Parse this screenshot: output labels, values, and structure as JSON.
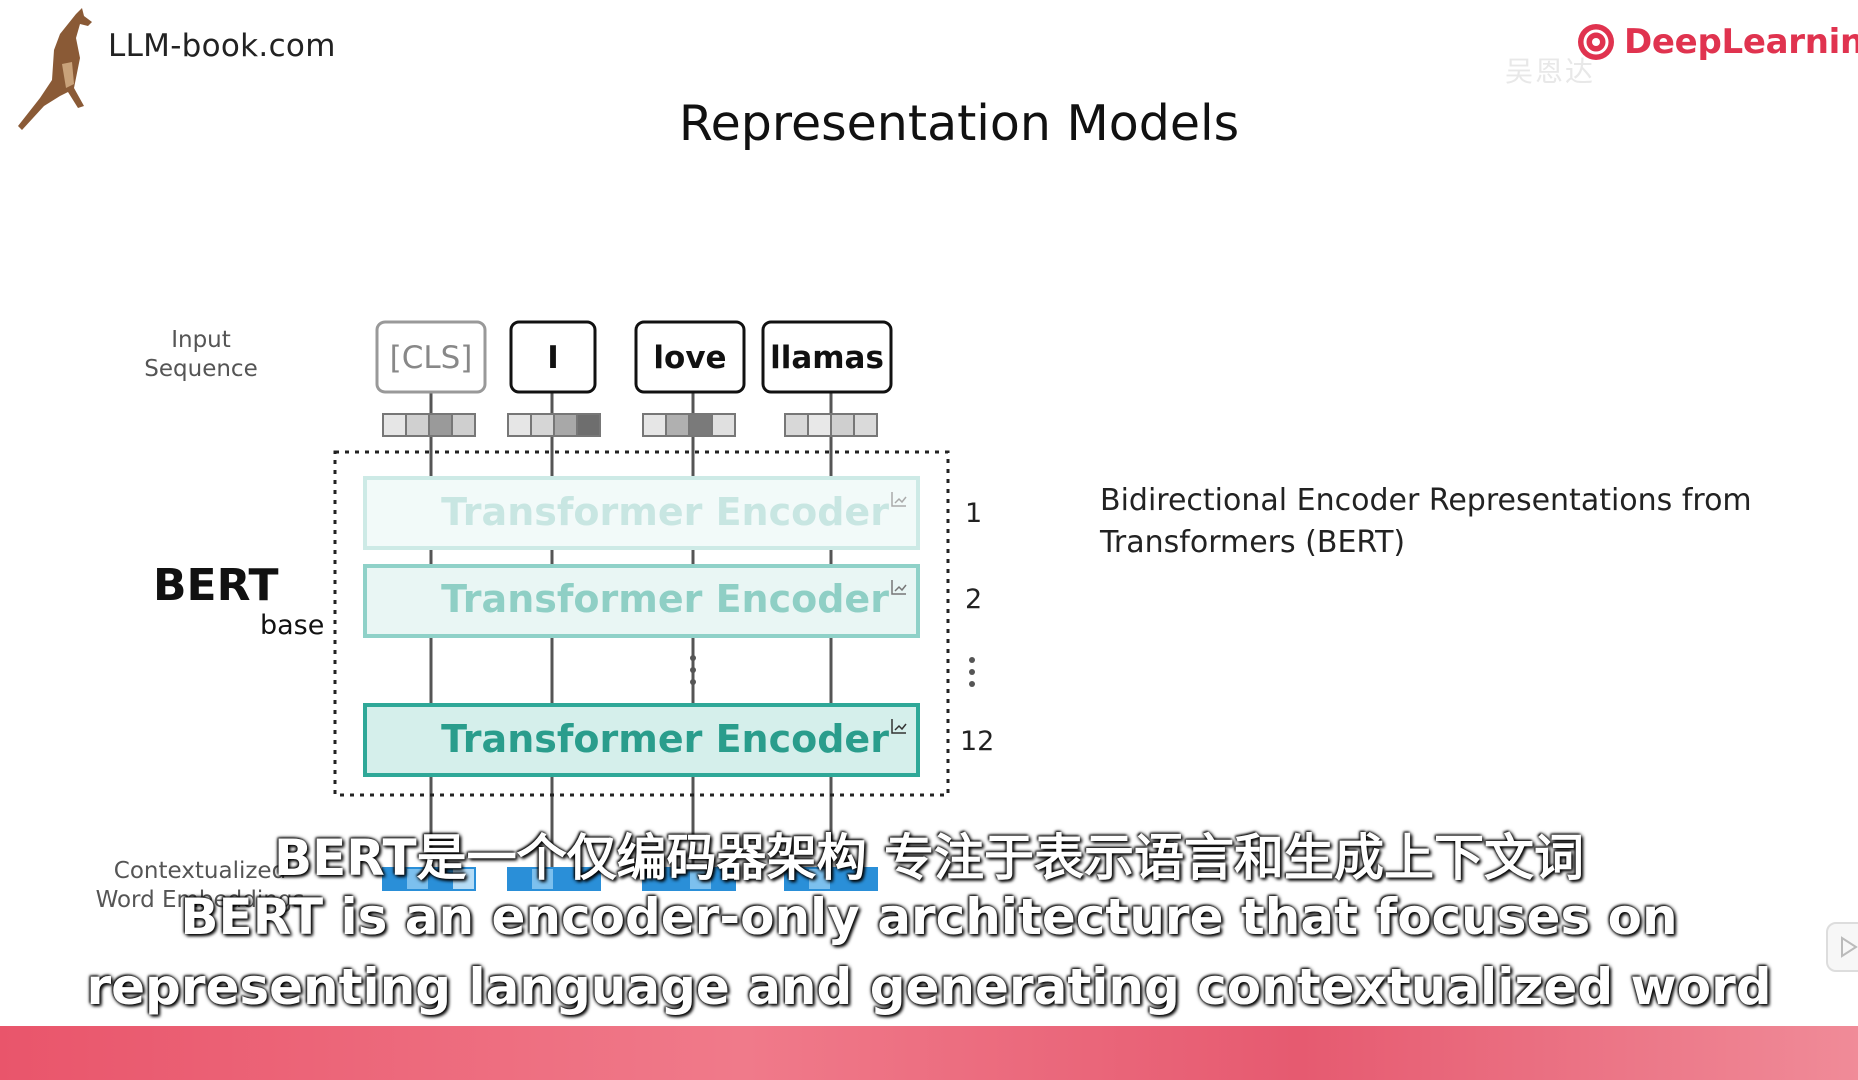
{
  "header": {
    "site_name": "LLM-book.com",
    "brand": "DeepLearning.",
    "watermark": "吴恩达 ",
    "slide_title": "Representation Models"
  },
  "diagram": {
    "input_label_line1": "Input",
    "input_label_line2": "Sequence",
    "tokens": [
      "[CLS]",
      "I",
      "love",
      "llamas"
    ],
    "encoder_label": "Transformer Encoder",
    "layer_numbers": [
      "1",
      "2",
      "12"
    ],
    "model_name": "BERT",
    "model_variant": "base",
    "output_label_line1": "Contextualized",
    "output_label_line2": "Word Embeddings",
    "description": "Bidirectional Encoder Representations from Transformers (BERT)"
  },
  "subtitles": {
    "zh": "BERT是一个仅编码器架构 专注于表示语言和生成上下文词",
    "en_line1": "BERT is an encoder-only architecture that focuses on",
    "en_line2": "representing language and generating contextualized word"
  },
  "colors": {
    "brand_red": "#e0334f",
    "encoder_teal": "#2fa898",
    "encoder_light": "#e9f6f4",
    "output_blue": "#2a8fd8",
    "band": "#e9556b"
  }
}
